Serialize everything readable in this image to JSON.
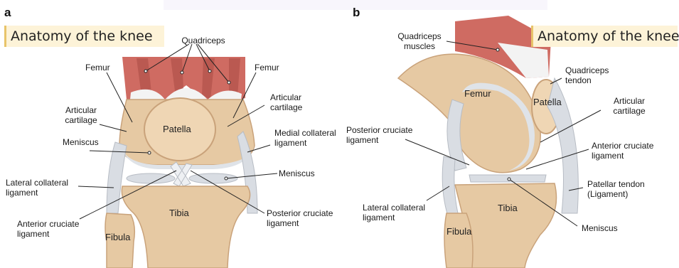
{
  "colors": {
    "bone": "#e6c9a3",
    "bone_dark": "#c9a27a",
    "bone_light": "#f2dec4",
    "muscle": "#cf6b62",
    "muscle_dark": "#a94a44",
    "cartilage": "#dfe3e8",
    "ligament": "#d9dde3",
    "title_bg": "#fdf3d8",
    "title_border": "#e8c46a",
    "line": "#222222"
  },
  "panel_a": {
    "letter": "a",
    "title": "Anatomy of the knee",
    "labels": {
      "quadriceps": "Quadriceps",
      "femur_left": "Femur",
      "femur_right": "Femur",
      "articular_cartilage_left": "Articular\ncartilage",
      "articular_cartilage_right": "Articular\ncartilage",
      "meniscus_left": "Meniscus",
      "medial_collateral": "Medial collateral\nligament",
      "lateral_collateral": "Lateral collateral\nligament",
      "meniscus_right": "Meniscus",
      "anterior_cruciate": "Anterior cruciate\nligament",
      "posterior_cruciate": "Posterior cruciate\nligament",
      "patella": "Patella",
      "tibia": "Tibia",
      "fibula": "Fibula"
    }
  },
  "panel_b": {
    "letter": "b",
    "title": "Anatomy of the knee",
    "labels": {
      "quadriceps_muscles": "Quadriceps\nmuscles",
      "quadriceps_tendon": "Quadriceps\ntendon",
      "articular_cartilage": "Articular\ncartilage",
      "posterior_cruciate": "Posterior cruciate\nligament",
      "anterior_cruciate": "Anterior cruciate\nligament",
      "patellar_tendon": "Patellar tendon\n(Ligament)",
      "lateral_collateral": "Lateral collateral\nligament",
      "meniscus": "Meniscus",
      "femur": "Femur",
      "patella": "Patella",
      "tibia": "Tibia",
      "fibula": "Fibula"
    }
  }
}
